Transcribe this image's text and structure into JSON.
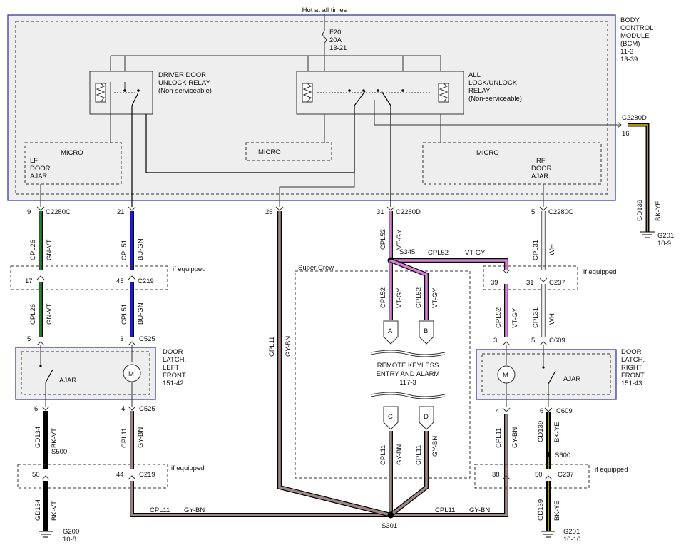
{
  "colors": {
    "module_border": "#2a2aa0",
    "module_fill": "#eeeeee",
    "wire_green": "#2e7d32",
    "wire_blue": "#1a1ae6",
    "wire_violet": "#d77fd7",
    "wire_graybrown": "#a08585",
    "wire_white": "#dddddd",
    "wire_black": "#000000",
    "wire_yellow": "#e3c000"
  },
  "top": {
    "hot": "Hot at all times",
    "fuse_id": "F20",
    "fuse_rating": "20A",
    "fuse_ref": "13-21"
  },
  "bcm": {
    "l1": "BODY",
    "l2": "CONTROL",
    "l3": "MODULE",
    "l4": "(BCM)",
    "l5": "11-3",
    "l6": "13-39"
  },
  "relay_driver": {
    "l1": "DRIVER DOOR",
    "l2": "UNLOCK RELAY",
    "l3": "(Non-serviceable)"
  },
  "relay_all": {
    "l1": "ALL",
    "l2": "LOCK/UNLOCK",
    "l3": "RELAY",
    "l4": "(Non-serviceable)"
  },
  "micro": {
    "left_title": "MICRO",
    "left_l1": "LF",
    "left_l2": "DOOR",
    "left_l3": "AJAR",
    "center_title": "MICRO",
    "right_title": "MICRO",
    "right_l1": "RF",
    "right_l2": "DOOR",
    "right_l3": "AJAR"
  },
  "right_connector": {
    "name": "C2280D",
    "pin": "16",
    "circuit": "GD139",
    "color": "BK-YE",
    "ground": "G201",
    "ground_ref": "10-9"
  },
  "conn_pins": {
    "p9": "9",
    "c2280c_a": "C2280C",
    "p21": "21",
    "p26": "26",
    "p31": "31",
    "c2280d": "C2280D",
    "p5a": "5",
    "c2280c_b": "C2280C",
    "p17": "17",
    "p45": "45",
    "c219_a": "C219",
    "if_equipped_a": "if equipped",
    "p39": "39",
    "p31b": "31",
    "c237_a": "C237",
    "if_equipped_b": "if equipped",
    "p5b": "5",
    "p3a": "3",
    "c525_a": "C525",
    "p3b": "3",
    "p5c": "5",
    "c609_a": "C609",
    "p6a": "6",
    "p4a": "4",
    "c525_b": "C525",
    "p4b": "4",
    "p6b": "6",
    "c609_b": "C609",
    "p50a": "50",
    "p44": "44",
    "c219_b": "C219",
    "if_equipped_c": "if equipped",
    "p38": "38",
    "p50b": "50",
    "c237_b": "C237",
    "if_equipped_d": "if equipped"
  },
  "wires": {
    "cpl26": "CPL26",
    "gnvt": "GN-VT",
    "cpl51": "CPL51",
    "bugn": "BU-GN",
    "cpl11": "CPL11",
    "gybn": "GY-BN",
    "cpl52": "CPL52",
    "vtgy": "VT-GY",
    "cpl31": "CPL31",
    "wh": "WH",
    "gd134": "GD134",
    "bkvt": "BK-VT",
    "gd139": "GD139",
    "bkye": "BK-YE"
  },
  "splices": {
    "s345": "S345",
    "s500": "S500",
    "s600": "S600",
    "s301": "S301"
  },
  "latch_left": {
    "l1": "DOOR",
    "l2": "LATCH,",
    "l3": "LEFT",
    "l4": "FRONT",
    "l5": "151-42",
    "ajar": "AJAR",
    "motor": "M"
  },
  "latch_right": {
    "l1": "DOOR",
    "l2": "LATCH,",
    "l3": "RIGHT",
    "l4": "FRONT",
    "l5": "151-43",
    "ajar": "AJAR",
    "motor": "M"
  },
  "rke": {
    "group": "Super Crew",
    "l1": "REMOTE KEYLESS",
    "l2": "ENTRY AND ALARM",
    "ref": "117-3",
    "a": "A",
    "b": "B",
    "c": "C",
    "d": "D"
  },
  "grounds": {
    "g200": "G200",
    "g200_ref": "10-8",
    "g201": "G201",
    "g201_ref": "10-10"
  }
}
